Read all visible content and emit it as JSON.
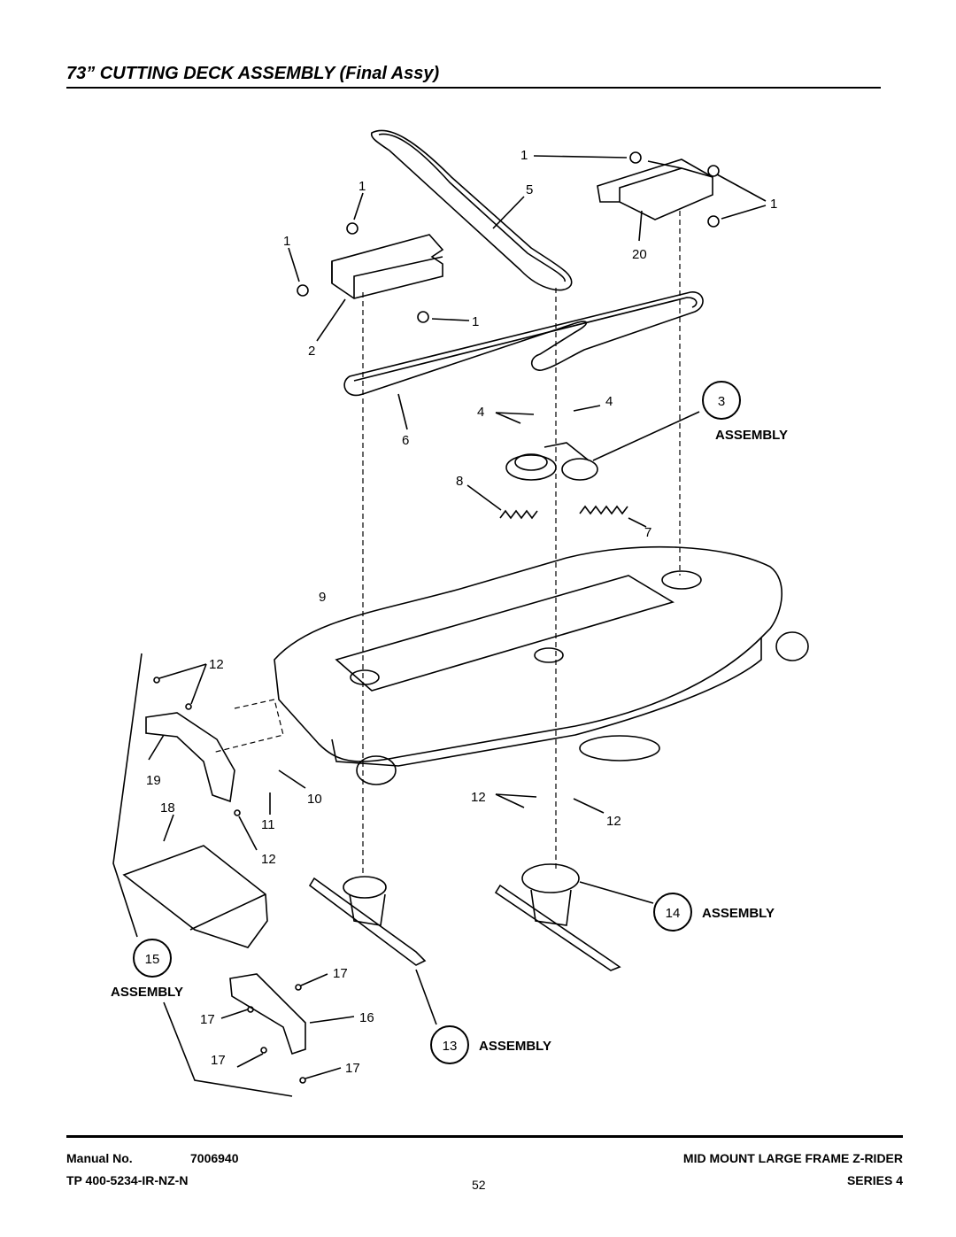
{
  "title": "73” CUTTING DECK ASSEMBLY (Final Assy)",
  "callouts": {
    "c1a": "1",
    "c1b": "1",
    "c1c": "1",
    "c1d": "1",
    "c1e": "1",
    "c2": "2",
    "c4a": "4",
    "c4b": "4",
    "c5": "5",
    "c6": "6",
    "c7": "7",
    "c8": "8",
    "c9": "9",
    "c10": "10",
    "c11": "11",
    "c12a": "12",
    "c12b": "12",
    "c12c": "12",
    "c12d": "12",
    "c16": "16",
    "c17a": "17",
    "c17b": "17",
    "c17c": "17",
    "c17d": "17",
    "c18": "18",
    "c19": "19",
    "c20": "20"
  },
  "assemblies": {
    "a3": {
      "number": "3",
      "label": "ASSEMBLY"
    },
    "a13": {
      "number": "13",
      "label": "ASSEMBLY"
    },
    "a14": {
      "number": "14",
      "label": "ASSEMBLY"
    },
    "a15": {
      "number": "15",
      "label": "ASSEMBLY"
    }
  },
  "footer": {
    "manual_label": "Manual No.",
    "manual_number": "7006940",
    "tp_number": "TP 400-5234-IR-NZ-N",
    "page_number": "52",
    "product": "MID MOUNT LARGE FRAME Z-RIDER",
    "series": "SERIES 4"
  }
}
